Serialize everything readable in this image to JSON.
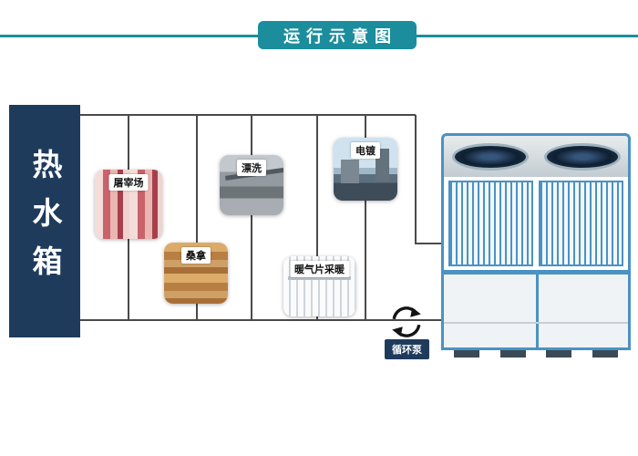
{
  "header": {
    "title": "运行示意图"
  },
  "colors": {
    "accent_teal": "#1b8d9c",
    "tank_navy": "#1f3b5c",
    "pipe_gray": "#4a4a4a",
    "unit_frame_blue": "#4b92c3"
  },
  "tank": {
    "label": "热水箱"
  },
  "applications": [
    {
      "label": "屠宰场"
    },
    {
      "label": "漂洗"
    },
    {
      "label": "电镀"
    },
    {
      "label": "桑拿"
    },
    {
      "label": "暖气片采暖"
    }
  ],
  "pump": {
    "label": "循环泵",
    "icon": "circulation-arrows-icon"
  }
}
